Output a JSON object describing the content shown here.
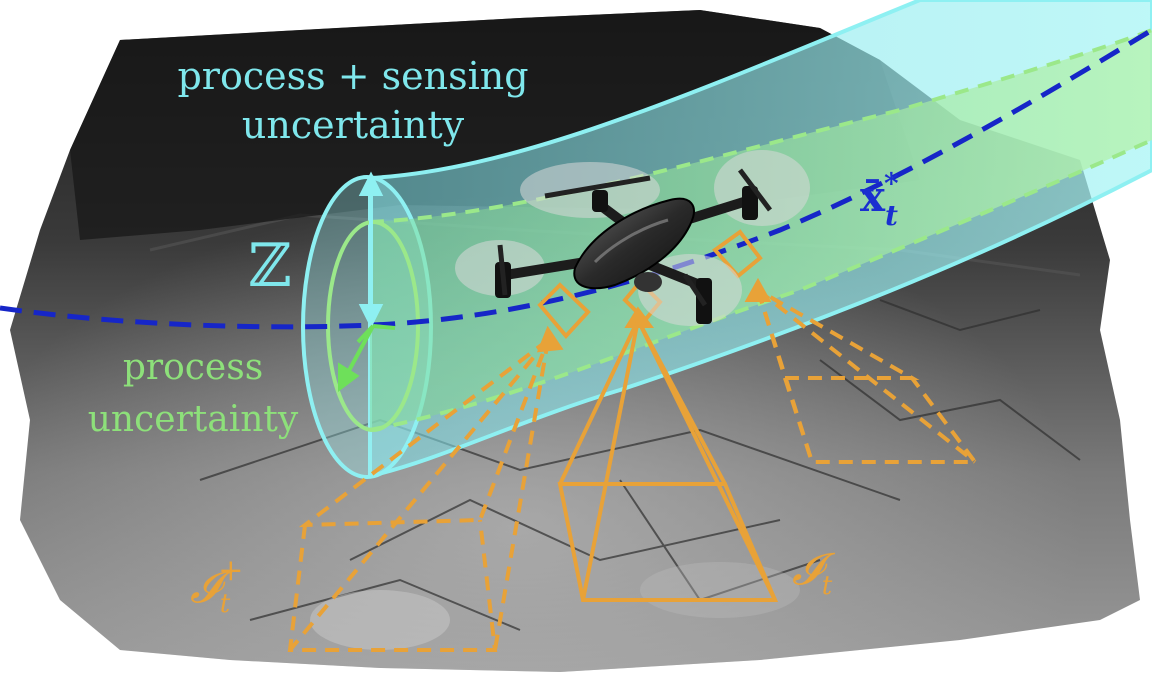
{
  "labels": {
    "process_sensing_line1": "process + sensing",
    "process_sensing_line2": "uncertainty",
    "process_line1": "process",
    "process_line2": "uncertainty",
    "z_symbol": "ℤ",
    "xbar_main": "x̄",
    "xbar_sub": "t",
    "xbar_sup": "*",
    "it_main": "𝓘",
    "it_sub": "t",
    "itp_main": "𝓘",
    "itp_sub": "t",
    "itp_sup": "+"
  },
  "colors": {
    "outer_tube": "#8ef0f2",
    "inner_tube": "#9be88a",
    "trajectory": "#1626c8",
    "camera_frustum": "#e8a238",
    "floor_dark": "#2a2a2a",
    "floor_light": "#8c8c8c"
  },
  "icons": {
    "drone": "quadcopter-drone-icon"
  }
}
